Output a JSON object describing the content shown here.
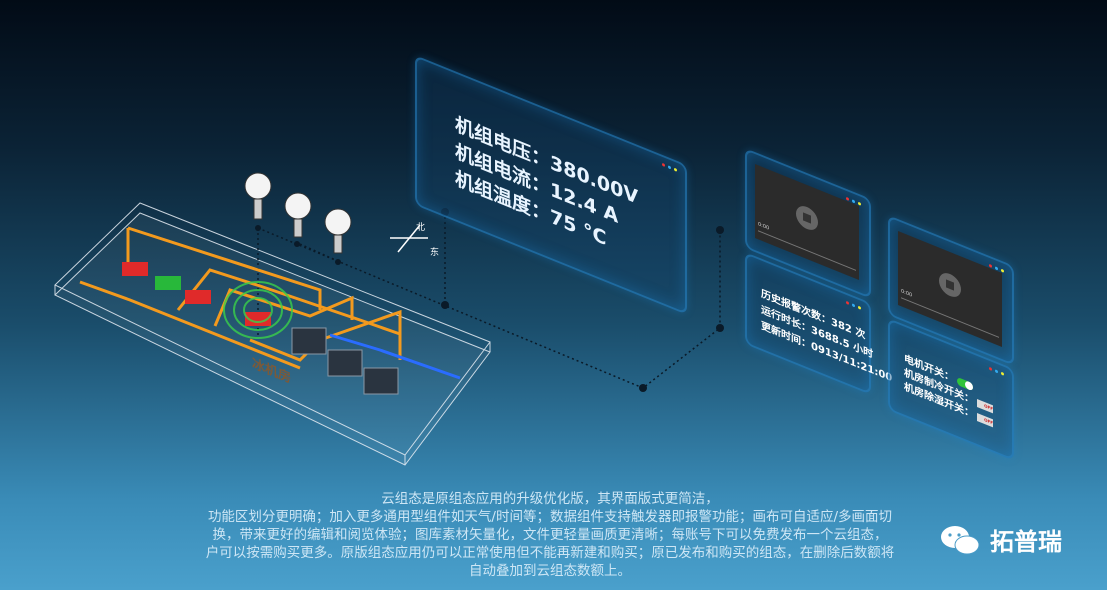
{
  "main_panel": {
    "lines": [
      "机组电压：380.00V",
      "机组电流：12.4 A",
      "机组温度：75 °C"
    ]
  },
  "video_panels": [
    {
      "time": "0:00"
    },
    {
      "time": "0:00"
    }
  ],
  "stats_panel": {
    "lines": [
      "历史报警次数：382 次",
      "运行时长：3688.5 小时",
      "更新时间：0913/11:21:00"
    ]
  },
  "switch_panel": {
    "items": [
      {
        "label": "电机开关：",
        "state": "on"
      },
      {
        "label": "机房制冷开关：",
        "state": "off"
      },
      {
        "label": "机房除湿开关：",
        "state": "off"
      }
    ],
    "off_label": "OFF"
  },
  "room": {
    "label": "冰机房",
    "compass_north": "北",
    "compass_east": "东"
  },
  "description": [
    "云组态是原组态应用的升级优化版，其界面版式更简洁，",
    "功能区划分更明确；加入更多通用型组件如天气/时间等；数据组件支持触发器即报警功能；画布可自适应/多画面切",
    "换，带来更好的编辑和阅览体验；图库素材矢量化，文件更轻量画质更清晰；每账号下可以免费发布一个云组态，",
    "户可以按需购买更多。原版组态应用仍可以正常使用但不能再新建和购买；原已发布和购买的组态，在删除后数额将",
    "自动叠加到云组态数额上。"
  ],
  "brand": {
    "name": "拓普瑞"
  },
  "colors": {
    "pipe": "#f39a1e",
    "water": "#2a6cff",
    "alarm": "#3ad04a",
    "panel_border": "#288cd2"
  }
}
